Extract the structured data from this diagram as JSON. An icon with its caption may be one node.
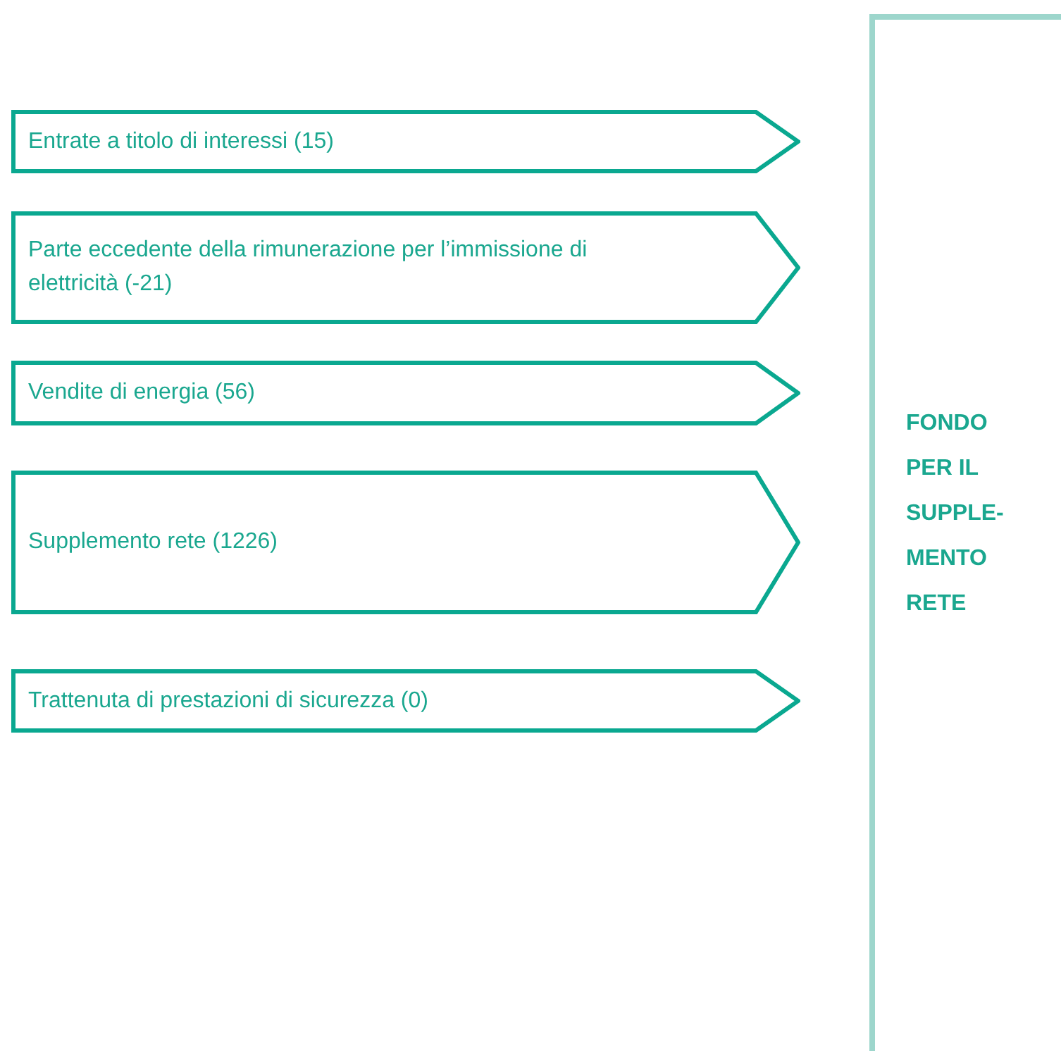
{
  "diagram": {
    "nodes": [
      {
        "text": [
          "Entrate a titolo di interessi (15)"
        ]
      },
      {
        "text": [
          "Parte eccedente della rimunerazione per l’immissione di elettricità (-21)"
        ]
      },
      {
        "text": [
          "Vendite di energia (56)"
        ]
      },
      {
        "text": [
          "Supplemento rete (1226)"
        ]
      },
      {
        "text": [
          "Trattenuta di prestazioni di sicurezza (0)"
        ]
      },
      {
        "text": [
          "FONDO PER IL SUPPLE- MENTO RETE"
        ]
      }
    ]
  }
}
